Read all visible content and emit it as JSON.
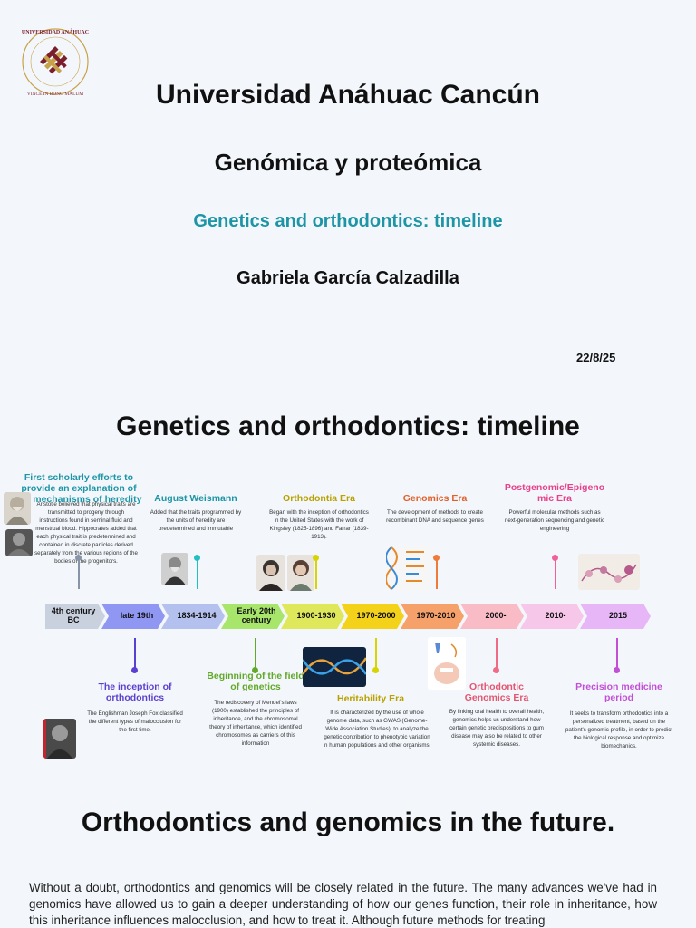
{
  "header": {
    "university": "Universidad Anáhuac Cancún",
    "course": "Genómica y proteómica",
    "subtitle": "Genetics and orthodontics: timeline",
    "author": "Gabriela García Calzadilla",
    "date": "22/8/25"
  },
  "logo": {
    "arc_top": "UNIVERSIDAD ANÁHUAC",
    "arc_bottom": "VINCE IN BONO MALUM",
    "colors": {
      "ring": "#c8a24a",
      "mark": "#7a1f2b"
    }
  },
  "timeline": {
    "heading": "Genetics and orthodontics: timeline",
    "segments": [
      {
        "label": "4th century BC",
        "color": "#c9d1de"
      },
      {
        "label": "late 19th",
        "color": "#8f97f2"
      },
      {
        "label": "1834-1914",
        "color": "#b4c0ee"
      },
      {
        "label": "Early 20th century",
        "color": "#a8e56b"
      },
      {
        "label": "1900-1930",
        "color": "#dfe85a"
      },
      {
        "label": "1970-2000",
        "color": "#f5d21a"
      },
      {
        "label": "1970-2010",
        "color": "#f6a06a"
      },
      {
        "label": "2000-",
        "color": "#f9bcc6"
      },
      {
        "label": "2010-",
        "color": "#f7c7ea"
      },
      {
        "label": "2015",
        "color": "#e7b6f7"
      }
    ],
    "events_top": [
      {
        "title": "First scholarly efforts to provide an explanation of the mechanisms of heredity",
        "color": "#1e95a6",
        "desc": "Aristotle believed that physical traits are transmitted to progeny through instructions found in seminal fluid and menstrual blood. Hippocrates added that each physical trait is predetermined and contained in discrete particles derived separately from the various regions of the bodies of the progenitors."
      },
      {
        "title": "August Weismann",
        "color": "#1e95a6",
        "desc": "Added that the traits programmed by the units of heredity are predetermined and immutable"
      },
      {
        "title": "Orthodontia Era",
        "color": "#b8a100",
        "desc": "Began with the inception of orthodontics in the United States with the work of Kingsley (1825-1896) and Farrar (1839-1913)."
      },
      {
        "title": "Genomics Era",
        "color": "#e0602a",
        "desc": "The development of methods to create recombinant DNA and sequence genes"
      },
      {
        "title": "Postgenomic/Epigenomic Era",
        "color": "#e8408a",
        "desc": "Powerful molecular methods such as next-generation sequencing and genetic engineering"
      }
    ],
    "events_bottom": [
      {
        "title": "The inception of orthodontics",
        "color": "#5b3fd0",
        "desc": "The Englishman Joseph Fox classified the different types of malocclusion for the first time."
      },
      {
        "title": "Beginning of the field of genetics",
        "color": "#62a82a",
        "desc": "The rediscovery of Mendel's laws (1900) established the principles of inheritance, and the chromosomal theory of inheritance, which identified chromosomes as carriers of this information"
      },
      {
        "title": "Heritability Era",
        "color": "#b8a100",
        "desc": "It is characterized by the use of whole genome data, such as GWAS (Genome-Wide Association Studies), to analyze the genetic contribution to phenotypic variation in human populations and other organisms."
      },
      {
        "title": "Orthodontic Genomics Era",
        "color": "#e35570",
        "desc": "By linking oral health to overall health, genomics helps us understand how certain genetic predispositions to gum disease may also be related to other systemic diseases."
      },
      {
        "title": "Precision medicine period",
        "color": "#c24fd6",
        "desc": "It seeks to transform orthodontics into a personalized treatment, based on the patient's genomic profile, in order to predict the biological response and optimize biomechanics."
      }
    ]
  },
  "future": {
    "heading": "Orthodontics and genomics in the future.",
    "paragraph": "Without a doubt, orthodontics and genomics will be closely related in the future. The many advances we've had in genomics have allowed us to gain a deeper understanding of how our genes function, their role in inheritance, how this inheritance influences malocclusion, and how to treat it. Although future methods for treating"
  }
}
